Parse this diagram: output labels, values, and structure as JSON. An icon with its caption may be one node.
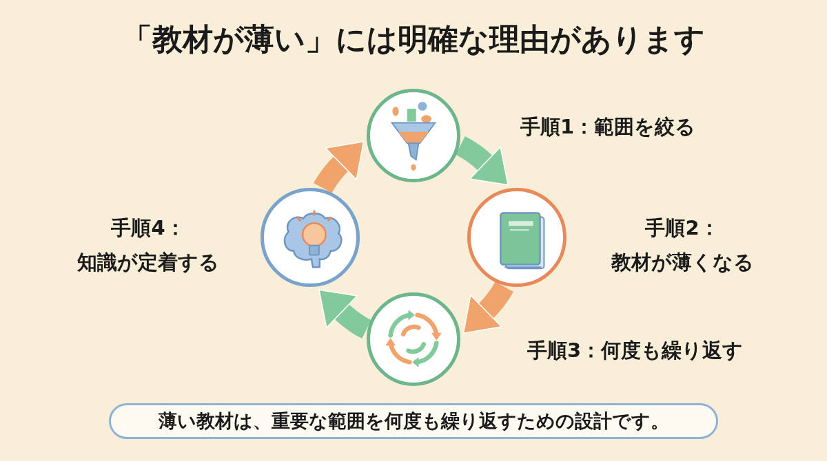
{
  "diagram": {
    "title": "「教材が薄い」には明確な理由があります",
    "nodes": [
      {
        "text": [],
        "shape": "circle",
        "beside": [
          "手順1：範囲を絞る"
        ]
      },
      {
        "text": [],
        "shape": "circle",
        "beside": [
          "手順2：",
          "教材が薄くなる"
        ]
      },
      {
        "text": [],
        "shape": "circle",
        "beside": [
          "手順3：何度も繰り返す"
        ]
      },
      {
        "text": [],
        "shape": "circle",
        "beside": [
          "手順4：",
          "知識が定着する"
        ]
      },
      {
        "text": [
          "薄い教材は、重要な範囲を何度も繰り返すための設計です。"
        ]
      }
    ],
    "edges": [
      {
        "from": 0,
        "to": 1,
        "arrow": "to",
        "color": "#82c99c"
      },
      {
        "from": 1,
        "to": 2,
        "arrow": "to",
        "color": "#f0a46c"
      },
      {
        "from": 2,
        "to": 3,
        "arrow": "to",
        "color": "#82c99c"
      },
      {
        "from": 3,
        "to": 0,
        "arrow": "to",
        "color": "#f0a46c"
      }
    ]
  }
}
